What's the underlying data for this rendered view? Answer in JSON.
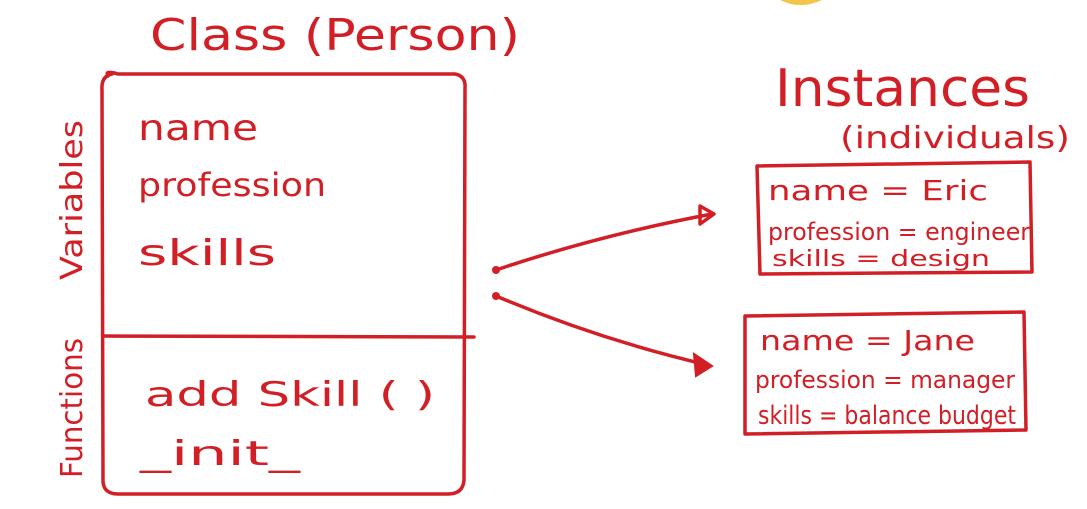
{
  "colors": {
    "ink": "#d21f26",
    "background": "#ffffff",
    "corner_blob": "#f3c44a"
  },
  "class_box": {
    "title": "Class (Person)",
    "variables_label": "Variables",
    "functions_label": "Functions",
    "variables": [
      "name",
      "profession",
      "skills"
    ],
    "functions": [
      "add Skill (    )",
      "_init_"
    ]
  },
  "instances": {
    "title": "Instances",
    "subtitle": "(individuals)",
    "items": [
      {
        "name": "name = Eric",
        "profession": "profession = engineer",
        "skills": "skills = design"
      },
      {
        "name": "name = Jane",
        "profession": "profession = manager",
        "skills": "skills = balance budget"
      }
    ]
  }
}
